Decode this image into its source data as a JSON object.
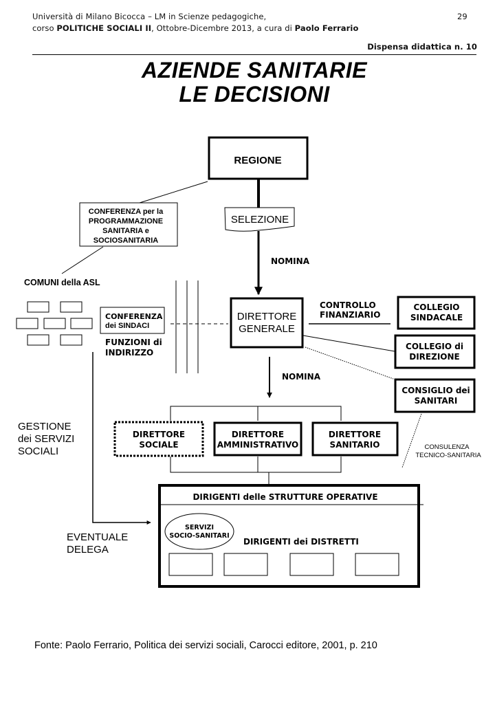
{
  "header": {
    "line1": "Università di Milano Bicocca – LM in Scienze pedagogiche,",
    "page_number": "29",
    "line2_prefix": "corso ",
    "course": "POLITICHE SOCIALI II",
    "line2_mid": ", Ottobre-Dicembre 2013,  a cura di ",
    "author": "Paolo Ferrario",
    "dispensa": "Dispensa didattica n. 10"
  },
  "title": {
    "line1": "AZIENDE  SANITARIE",
    "line2": "LE DECISIONI"
  },
  "diagram": {
    "regione": "REGIONE",
    "selezione": "SELEZIONE",
    "nomina_top": "NOMINA",
    "conferenza_programmazione": [
      "CONFERENZA per la",
      "PROGRAMMAZIONE",
      "SANITARIA e",
      "SOCIOSANITARIA"
    ],
    "comuni_asl": "COMUNI della ASL",
    "conferenza_sindaci": [
      "CONFERENZA",
      "dei SINDACI"
    ],
    "funzioni_indirizzo": [
      "FUNZIONI di",
      "INDIRIZZO"
    ],
    "direttore_generale": [
      "DIRETTORE",
      "GENERALE"
    ],
    "controllo_finanziario": [
      "CONTROLLO",
      "FINANZIARIO"
    ],
    "collegio_sindacale": [
      "COLLEGIO",
      "SINDACALE"
    ],
    "collegio_direzione": [
      "COLLEGIO di",
      "DIREZIONE"
    ],
    "consiglio_sanitari": [
      "CONSIGLIO dei",
      "SANITARI"
    ],
    "nomina_mid": "NOMINA",
    "gestione_servizi_sociali": [
      "GESTIONE",
      "dei SERVIZI",
      "SOCIALI"
    ],
    "direttore_sociale": [
      "DIRETTORE",
      "SOCIALE"
    ],
    "direttore_amministrativo": [
      "DIRETTORE",
      "AMMINISTRATIVO"
    ],
    "direttore_sanitario": [
      "DIRETTORE",
      "SANITARIO"
    ],
    "consulenza": [
      "CONSULENZA",
      "TECNICO-SANITARIA"
    ],
    "dirigenti_strutture": "DIRIGENTI delle STRUTTURE OPERATIVE",
    "servizi_socio_sanitari": [
      "SERVIZI",
      "SOCIO-SANITARI"
    ],
    "dirigenti_distretti": "DIRIGENTI dei DISTRETTI",
    "eventuale_delega": [
      "EVENTUALE",
      "DELEGA"
    ]
  },
  "footer": {
    "fonte": "Fonte: Paolo Ferrario, Politica dei servizi sociali, Carocci editore, 2001, p. 210"
  }
}
